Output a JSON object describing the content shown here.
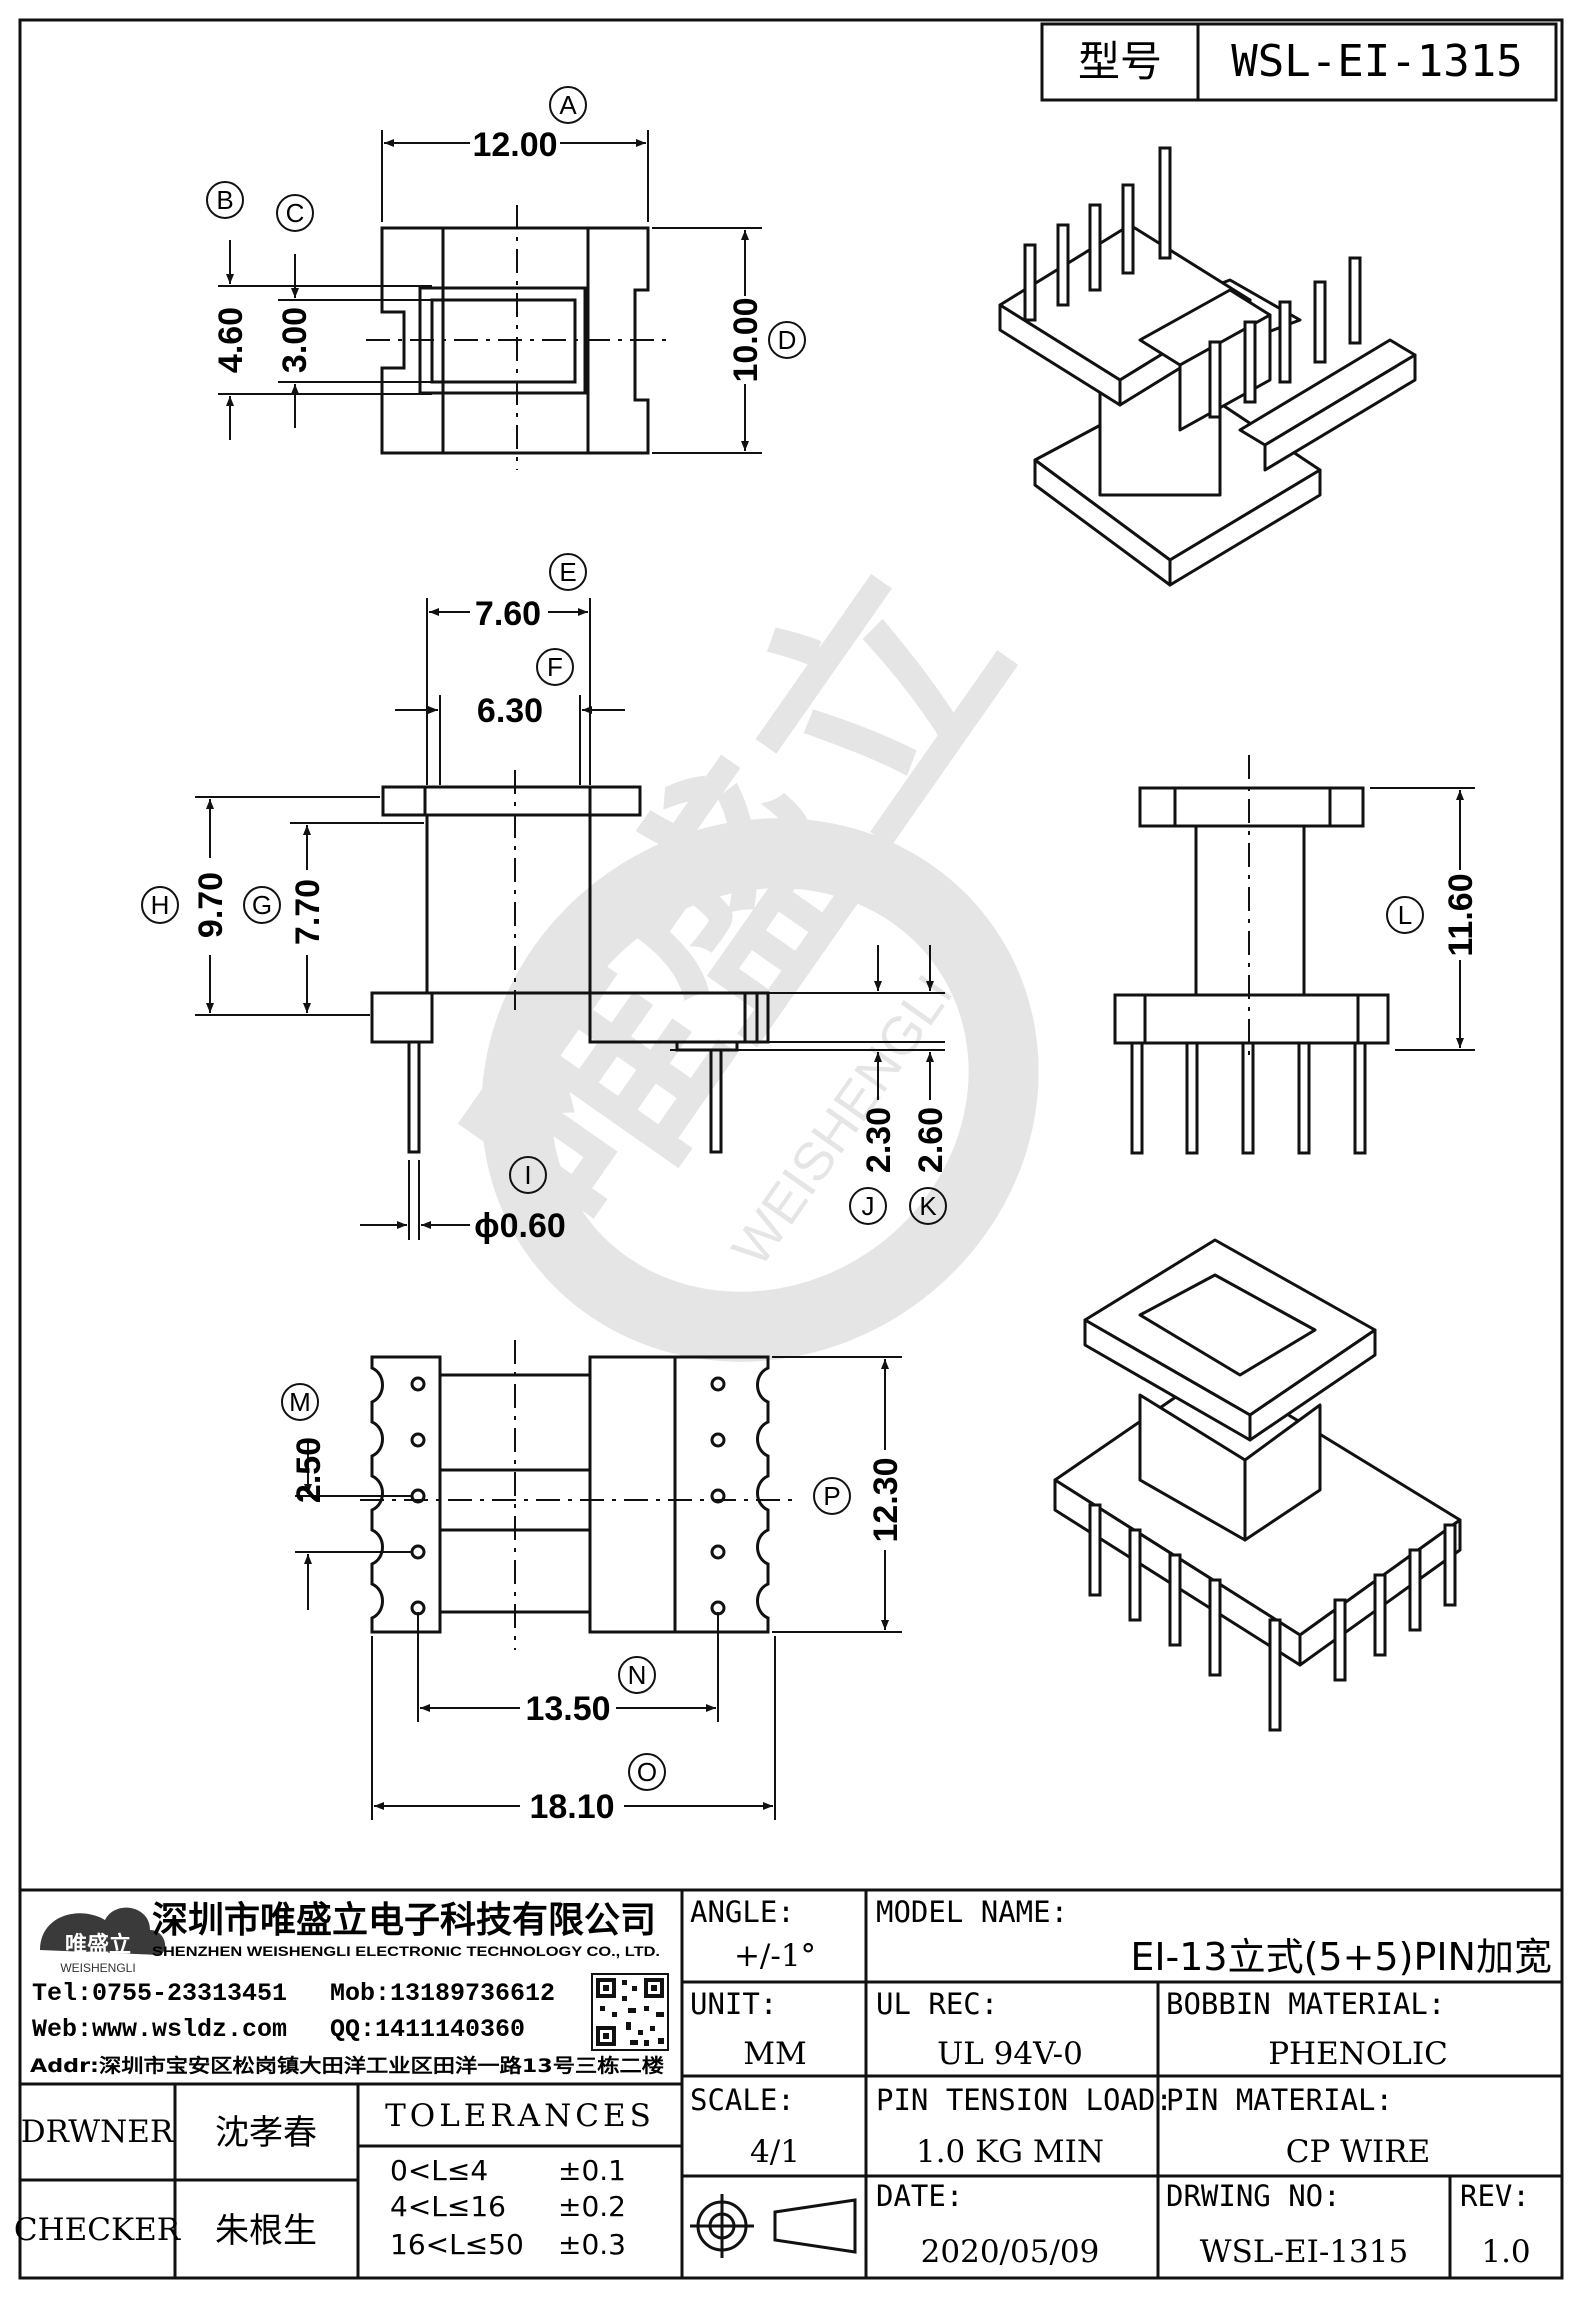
{
  "header": {
    "model_label": "型号",
    "model_value": "WSL-EI-1315"
  },
  "dimensions": {
    "A": "12.00",
    "B": "4.60",
    "C": "3.00",
    "D": "10.00",
    "E": "7.60",
    "F": "6.30",
    "G": "7.70",
    "H": "9.70",
    "I": "ϕ0.60",
    "J": "2.30",
    "K": "2.60",
    "L": "11.60",
    "M": "2.50",
    "N": "13.50",
    "O": "18.10",
    "P": "12.30"
  },
  "callouts": {
    "A": "A",
    "B": "B",
    "C": "C",
    "D": "D",
    "E": "E",
    "F": "F",
    "G": "G",
    "H": "H",
    "I": "I",
    "J": "J",
    "K": "K",
    "L": "L",
    "M": "M",
    "N": "N",
    "O": "O",
    "P": "P"
  },
  "watermark": {
    "cn": "唯盛立",
    "en": "WEISHENGLI"
  },
  "company": {
    "logo_text": "唯盛立",
    "logo_sub": "WEISHENGLI",
    "name_cn": "深圳市唯盛立电子科技有限公司",
    "name_en": "SHENZHEN WEISHENGLI ELECTRONIC TECHNOLOGY CO., LTD.",
    "tel": "Tel:0755-23313451",
    "mob": "Mob:13189736612",
    "web": "Web:www.wsldz.com",
    "qq": "QQ:1411140360",
    "addr": "Addr:深圳市宝安区松岗镇大田洋工业区田洋一路13号三栋二楼"
  },
  "title_block": {
    "angle_label": "ANGLE:",
    "angle_value": "+/-1°",
    "model_name_label": "MODEL NAME:",
    "model_name_value": "EI-13立式(5+5)PIN加宽",
    "unit_label": "UNIT:",
    "unit_value": "MM",
    "ul_label": "UL REC:",
    "ul_value": "UL 94V-0",
    "bobbin_label": "BOBBIN MATERIAL:",
    "bobbin_value": "PHENOLIC",
    "drawer_label": "DRWNER",
    "drawer_value": "沈孝春",
    "tolerances_label": "TOLERANCES",
    "scale_label": "SCALE:",
    "scale_value": "4/1",
    "pin_tension_label": "PIN TENSION LOAD:",
    "pin_tension_value": "1.0 KG MIN",
    "pin_material_label": "PIN MATERIAL:",
    "pin_material_value": "CP WIRE",
    "checker_label": "CHECKER",
    "checker_value": "朱根生",
    "tol_rows": [
      {
        "range": "0<L≤4",
        "tol": "±0.1"
      },
      {
        "range": "4<L≤16",
        "tol": "±0.2"
      },
      {
        "range": "16<L≤50",
        "tol": "±0.3"
      }
    ],
    "date_label": "DATE:",
    "date_value": "2020/05/09",
    "drawing_no_label": "DRWING NO:",
    "drawing_no_value": "WSL-EI-1315",
    "rev_label": "REV:",
    "rev_value": "1.0"
  }
}
